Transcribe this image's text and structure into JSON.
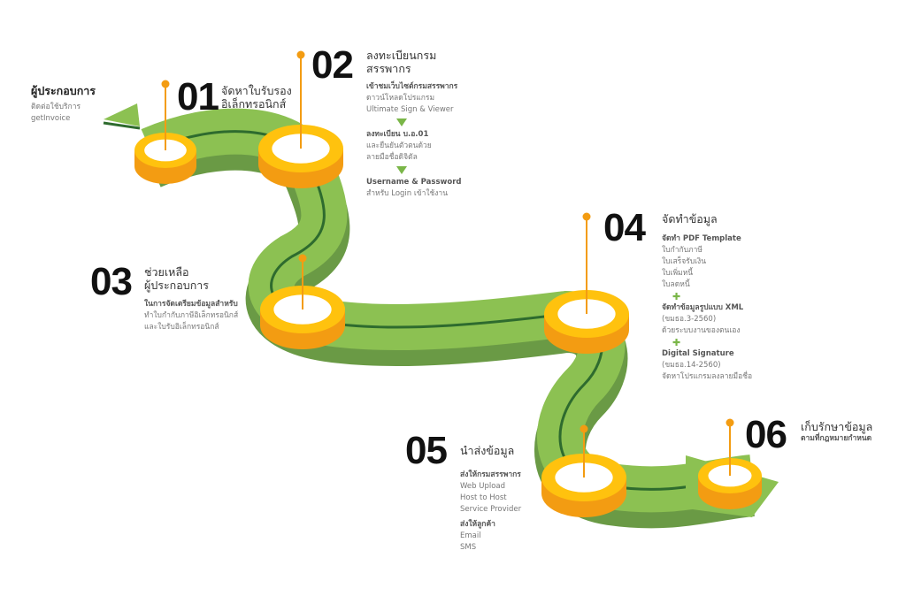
{
  "start": {
    "title": "ผู้ประกอบการ",
    "lines": [
      "ติดต่อใช้บริการ",
      "getInvoice"
    ]
  },
  "steps": [
    {
      "number": "01",
      "title": [
        "จัดหาใบรับรอง",
        "อิเล็กทรอนิกส์"
      ]
    },
    {
      "number": "02",
      "title": [
        "ลงทะเบียนกรม",
        "สรรพากร"
      ],
      "groups": [
        {
          "heading": "เข้าชมเว็บไซต์กรมสรรพากร",
          "lines": [
            "ดาวน์โหลดโปรแกรม",
            "Ultimate Sign & Viewer"
          ]
        },
        {
          "heading": "ลงทะเบียน บ.อ.01",
          "lines": [
            "และยืนยันตัวตนด้วย",
            "ลายมือชื่อดิจิตัล"
          ]
        },
        {
          "heading": "Username & Password",
          "lines": [
            "สำหรับ Login เข้าใช้งาน"
          ]
        }
      ]
    },
    {
      "number": "03",
      "title": [
        "ช่วยเหลือ",
        "ผู้ประกอบการ"
      ],
      "groups": [
        {
          "heading": "ในการจัดเตรียมข้อมูลสำหรับ",
          "lines": [
            "ทำใบกำกับภาษีอิเล็กทรอนิกส์",
            "และใบรับอิเล็กทรอนิกส์"
          ]
        }
      ]
    },
    {
      "number": "04",
      "title": [
        "จัดทำข้อมูล"
      ],
      "groups": [
        {
          "heading": "จัดทำ PDF Template",
          "lines": [
            "ใบกำกับภาษี",
            "ใบเสร็จรับเงิน",
            "ใบเพิ่มหนี้",
            "ใบลดหนี้"
          ]
        },
        {
          "heading": "จัดทำข้อมูลรูปแบบ XML",
          "lines": [
            "(ขมธอ.3-2560)",
            "ด้วยระบบงานของตนเอง"
          ]
        },
        {
          "heading": "Digital Signature",
          "lines": [
            "(ขมธอ.14-2560)",
            "จัดหาโปรแกรมลงลายมือชื่อ"
          ]
        }
      ]
    },
    {
      "number": "05",
      "title": [
        "นำส่งข้อมูล"
      ],
      "groups": [
        {
          "heading": "ส่งให้กรมสรรพากร",
          "lines": [
            "Web Upload",
            "Host to Host",
            "Service Provider"
          ]
        },
        {
          "heading": "ส่งให้ลูกค้า",
          "lines": [
            "Email",
            "SMS"
          ]
        }
      ]
    },
    {
      "number": "06",
      "title": [
        "เก็บรักษาข้อมูล"
      ],
      "subtitle": "ตามที่กฎหมายกำหนด"
    }
  ],
  "colors": {
    "road": "#8cc152",
    "road_side": "#6a9a45",
    "center_line": "#2e6b2e",
    "ring": "#ffc20e",
    "ring_side": "#f39c12",
    "pin": "#f39c12"
  }
}
